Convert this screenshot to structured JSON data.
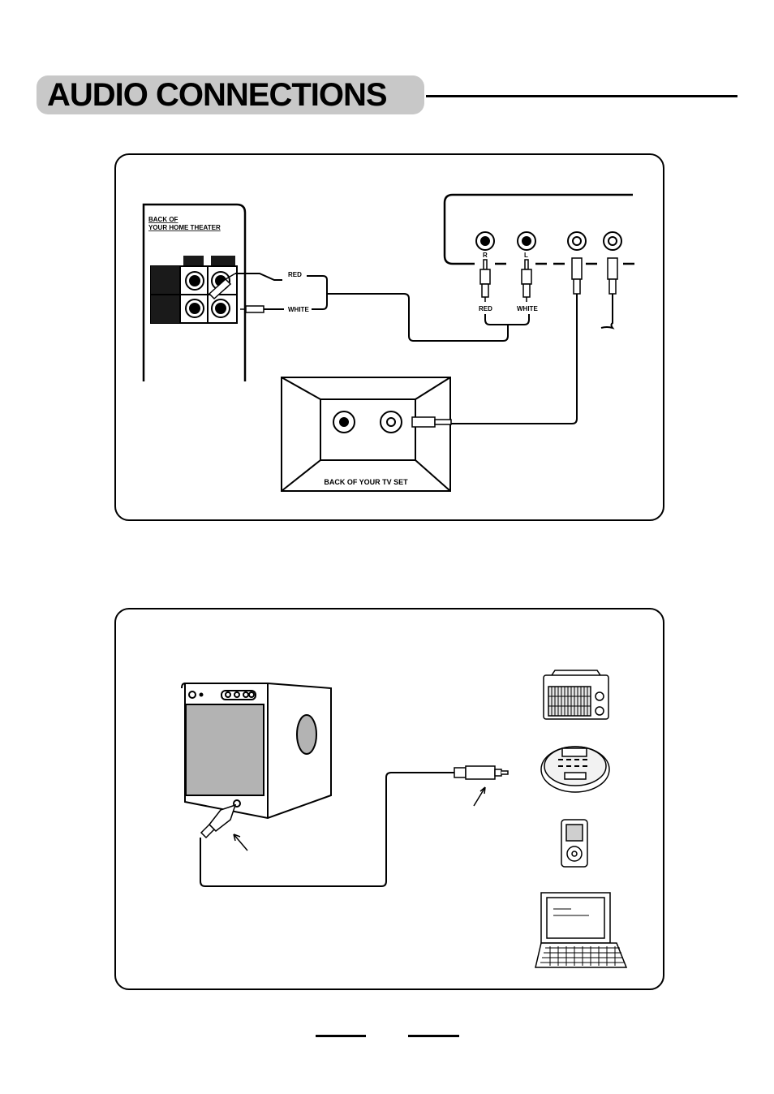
{
  "page": {
    "section_title": "AUDIO CONNECTIONS"
  },
  "home_theater": {
    "label_line1": "BACK OF",
    "label_line2": "YOUR HOME THEATER",
    "cable_red": "RED",
    "cable_white": "WHITE"
  },
  "audio_source": {
    "jack_r": "R",
    "jack_l": "L",
    "plug_red": "RED",
    "plug_white": "WHITE"
  },
  "tv": {
    "label": "BACK OF YOUR TV SET"
  },
  "external_devices": {
    "icons": [
      "radio-icon",
      "cd-player-icon",
      "mp3-player-icon",
      "computer-icon"
    ]
  },
  "colors": {
    "heading_bg": "#c8c8c8",
    "line": "#000000"
  }
}
